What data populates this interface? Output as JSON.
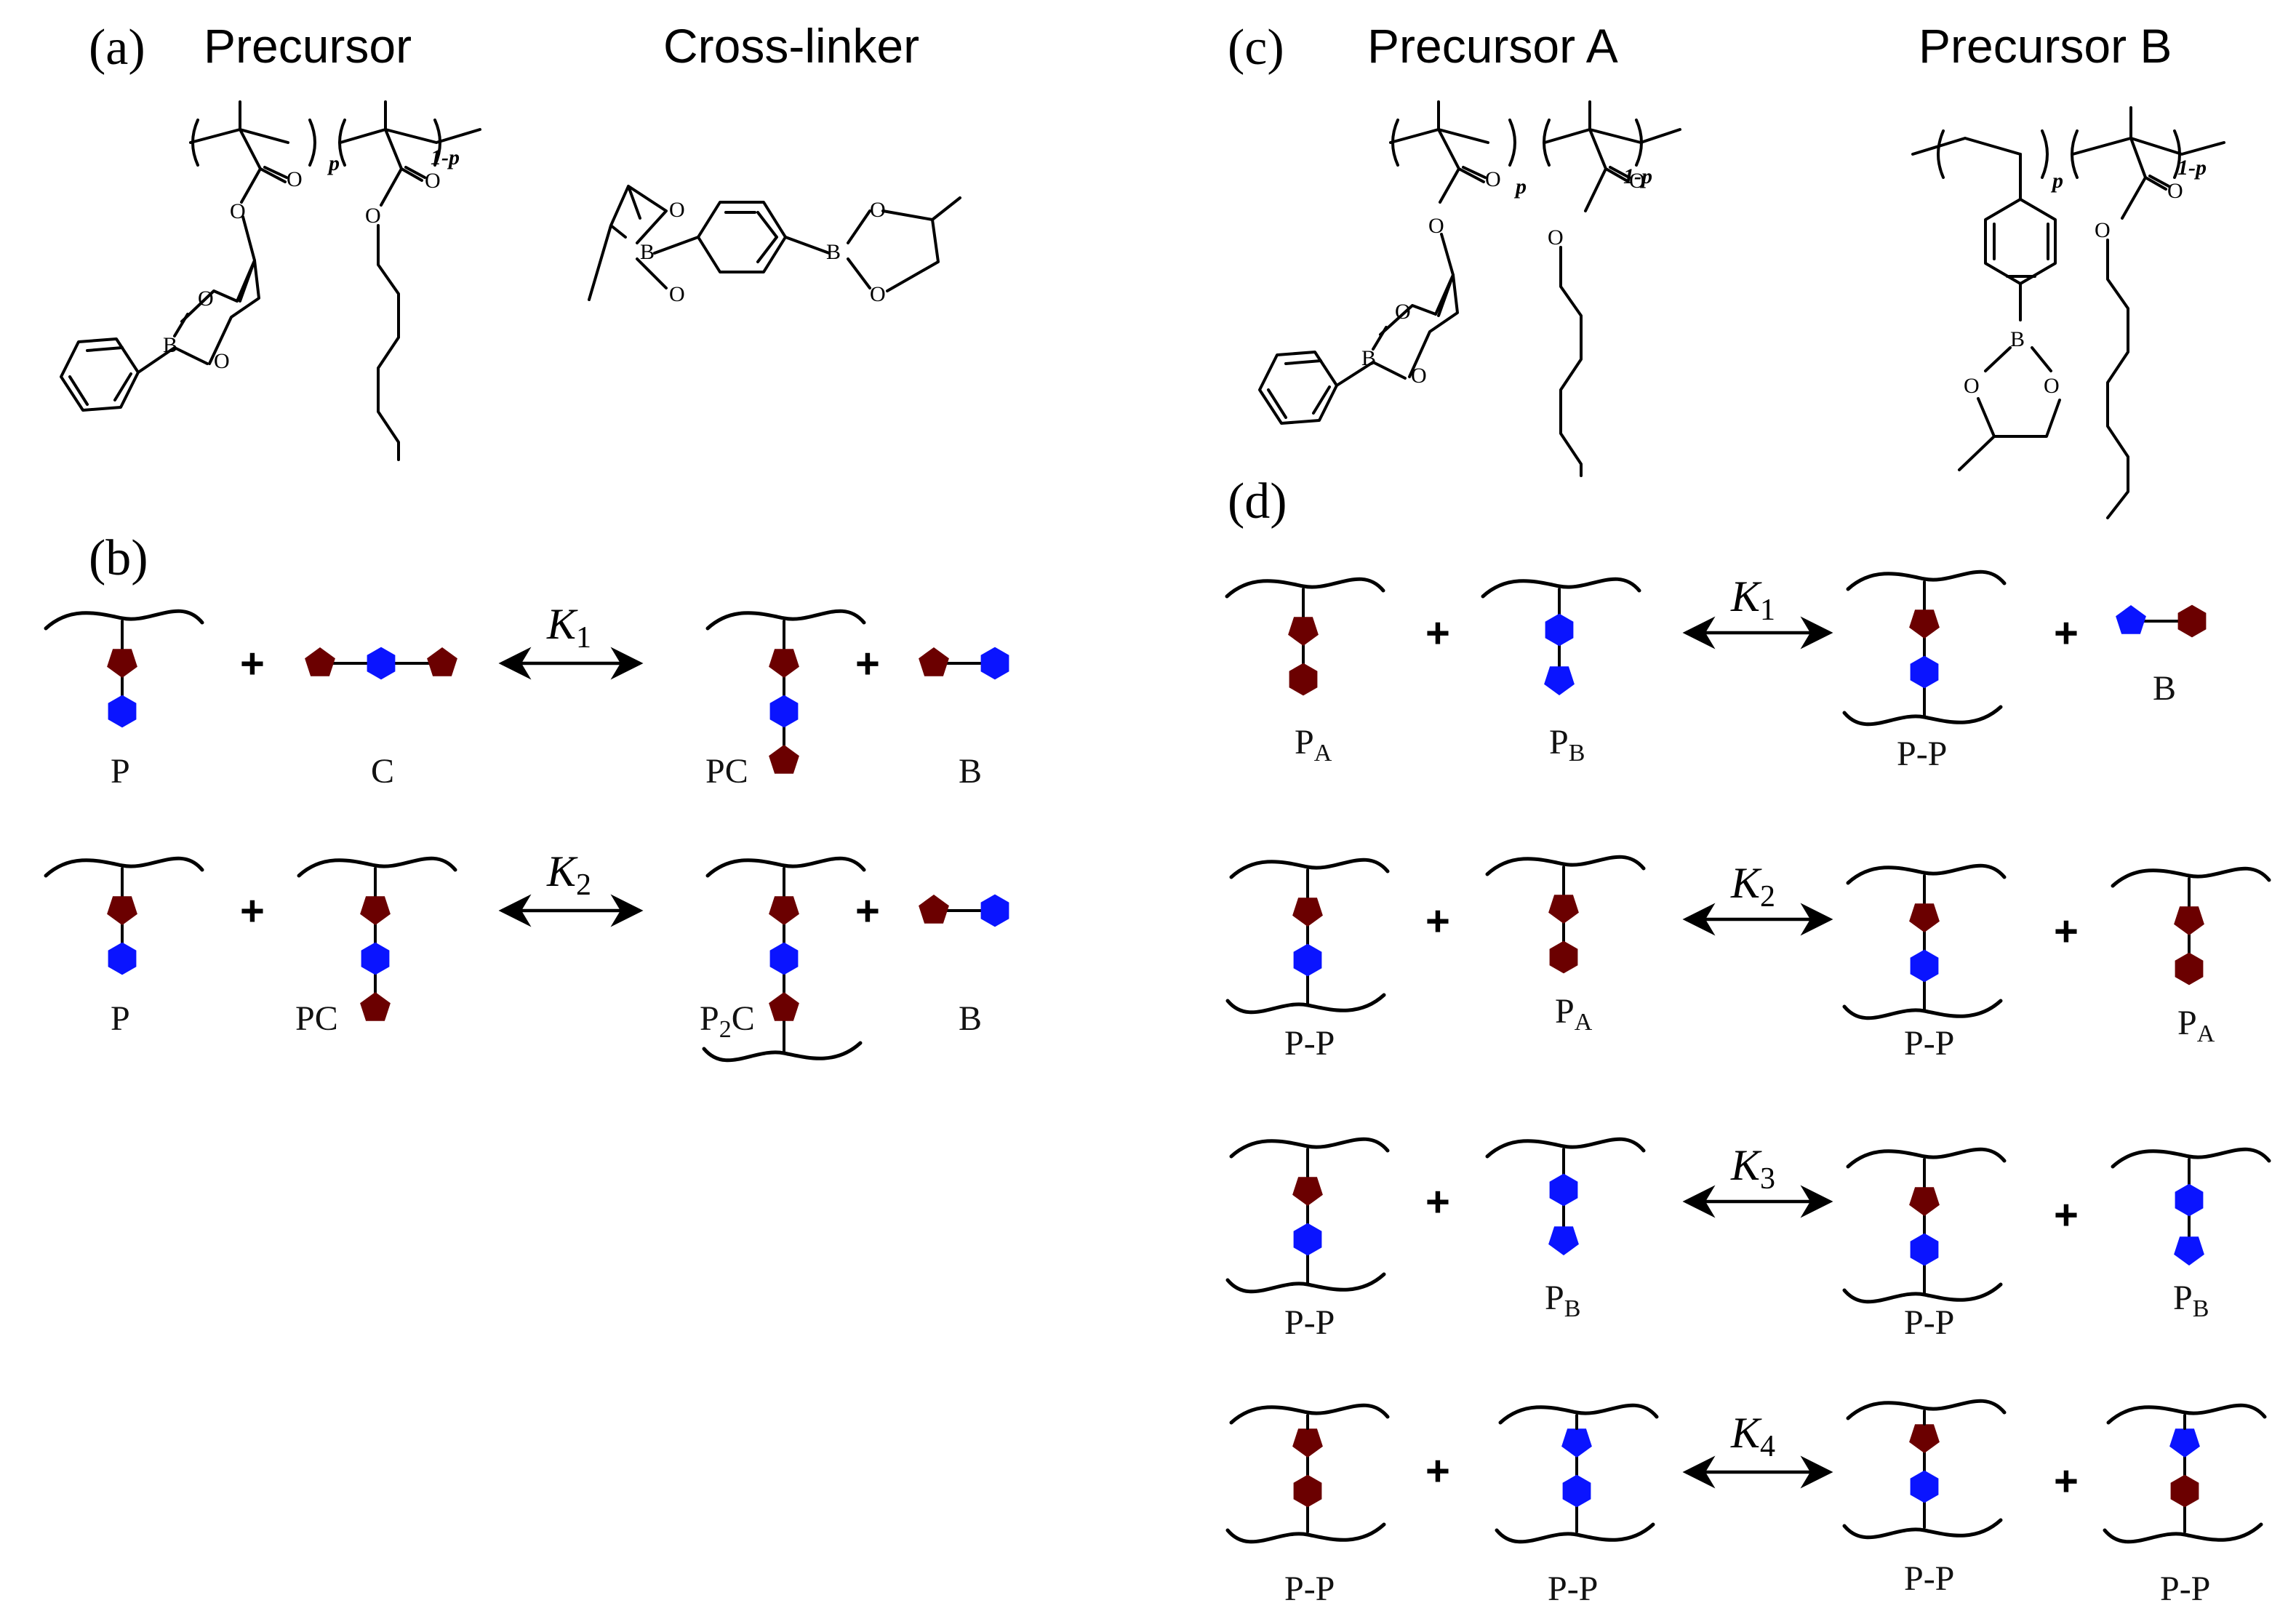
{
  "colors": {
    "red": "#6b0000",
    "blue": "#0a14ff",
    "line": "#000000"
  },
  "panels": {
    "a": {
      "label": "(a)",
      "precursor": "Precursor",
      "crosslinker": "Cross-linker"
    },
    "b": {
      "label": "(b)"
    },
    "c": {
      "label": "(c)",
      "precursor_a": "Precursor A",
      "precursor_b": "Precursor B"
    },
    "d": {
      "label": "(d)"
    }
  },
  "chem": {
    "o": "O",
    "b": "B",
    "p": "p",
    "one_minus_p": "1-p"
  },
  "symbols": {
    "plus": "+",
    "K": "K"
  },
  "species": {
    "P": "P",
    "C": "C",
    "PC": "PC",
    "B": "B",
    "P2C_main": "P",
    "P2C_sub": "2",
    "P2C_end": "C",
    "PP": "P-P",
    "P_main": "P",
    "A_sub": "A",
    "B_sub": "B"
  },
  "reactions": {
    "b": [
      {
        "k_sub": "1"
      },
      {
        "k_sub": "2"
      }
    ],
    "d": [
      {
        "k_sub": "1"
      },
      {
        "k_sub": "2"
      },
      {
        "k_sub": "3"
      },
      {
        "k_sub": "4"
      }
    ]
  }
}
